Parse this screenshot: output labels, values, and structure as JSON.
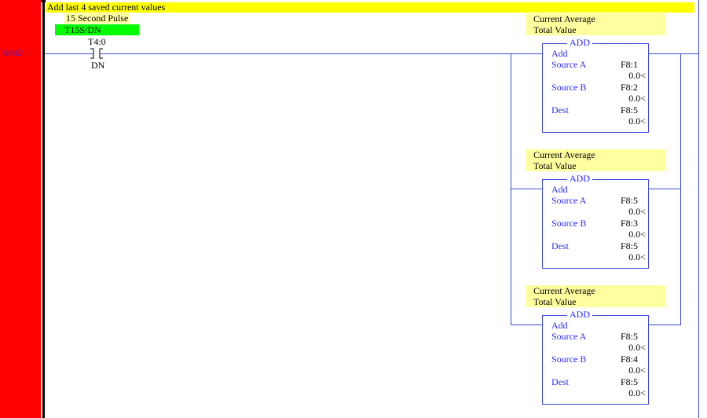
{
  "rung": {
    "number": "0002",
    "comment": "Add last 4 saved current values"
  },
  "contact": {
    "description": "15 Second Pulse",
    "symbol": "T15S/DN",
    "address": "T4:0",
    "bit": "DN"
  },
  "blocks": [
    {
      "desc_line1": "Current Average",
      "desc_line2": "Total Value",
      "title": "ADD",
      "subtitle": "Add",
      "source_a_label": "Source A",
      "source_a_addr": "F8:1",
      "source_a_val": "0.0<",
      "source_b_label": "Source B",
      "source_b_addr": "F8:2",
      "source_b_val": "0.0<",
      "dest_label": "Dest",
      "dest_addr": "F8:5",
      "dest_val": "0.0<"
    },
    {
      "desc_line1": "Current Average",
      "desc_line2": "Total Value",
      "title": "ADD",
      "subtitle": "Add",
      "source_a_label": "Source A",
      "source_a_addr": "F8:5",
      "source_a_val": "0.0<",
      "source_b_label": "Source B",
      "source_b_addr": "F8:3",
      "source_b_val": "0.0<",
      "dest_label": "Dest",
      "dest_addr": "F8:5",
      "dest_val": "0.0<"
    },
    {
      "desc_line1": "Current Average",
      "desc_line2": "Total Value",
      "title": "ADD",
      "subtitle": "Add",
      "source_a_label": "Source A",
      "source_a_addr": "F8:5",
      "source_a_val": "0.0<",
      "source_b_label": "Source B",
      "source_b_addr": "F8:4",
      "source_b_val": "0.0<",
      "dest_label": "Dest",
      "dest_addr": "F8:5",
      "dest_val": "0.0<"
    }
  ],
  "colors": {
    "rail": "#ff0000",
    "comment_bg": "#ffff00",
    "desc_bg": "#ffffa0",
    "symbol_bg": "#00ff00",
    "wire": "#3b4bd6"
  }
}
